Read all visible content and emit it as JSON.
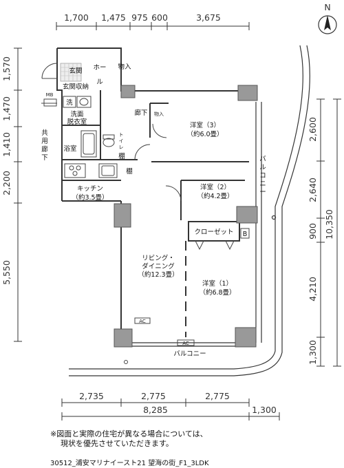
{
  "compass": {
    "label": "N"
  },
  "dims_top": [
    "1,700",
    "1,475",
    "975",
    "600",
    "3,675"
  ],
  "dims_left": [
    "1,570",
    "1,470",
    "1,410",
    "2,200",
    "5,550"
  ],
  "dims_right_inner": [
    "2,600",
    "2,640",
    "900",
    "4,210",
    "1,300"
  ],
  "dims_right_total": "10,350",
  "dims_bottom": [
    "2,735",
    "2,775",
    "2,775"
  ],
  "dims_bottom_total": "8,285",
  "dims_bottom_extra": "1,300",
  "rooms": {
    "genkan": "玄関",
    "genkan_storage": "玄関収納",
    "hall_1": "ホー",
    "hall_2": "ル",
    "mono_hall": "物入",
    "mb": "MB",
    "washer": "洗",
    "senmen_1": "洗面",
    "senmen_2": "脱衣室",
    "bath": "浴室",
    "toilet_1": "ト",
    "toilet_2": "イ",
    "toilet_3": "レ",
    "shelf_1": "棚",
    "shelf_2": "棚",
    "corridor": "廊下",
    "mono_corridor": "物入",
    "common_1": "共",
    "common_2": "用",
    "common_3": "廊",
    "common_4": "下",
    "youshitsu3": "洋室（3）",
    "youshitsu3_size": "（約6.0畳）",
    "youshitsu2": "洋室（2）",
    "youshitsu2_size": "（約4.2畳）",
    "closet": "クローゼット",
    "closet_b": "B",
    "youshitsu1": "洋室（1）",
    "youshitsu1_size": "（約6.8畳）",
    "kitchen": "キッチン",
    "kitchen_size": "（約3.5畳）",
    "living_1": "リビング・",
    "living_2": "ダイニング",
    "living_size": "（約12.3畳）",
    "balcony_v": [
      "バ",
      "ル",
      "コ",
      "ニ",
      "ー"
    ],
    "balcony_h": "バルコニー",
    "ac1": "AC",
    "ac2": "AC"
  },
  "note_line1": "※図面と実際の住宅が異なる場合については、",
  "note_line2": "現状を優先させていただきます。",
  "footer": "30512_浦安マリナイースト21 望海の街_F1_3LDK"
}
